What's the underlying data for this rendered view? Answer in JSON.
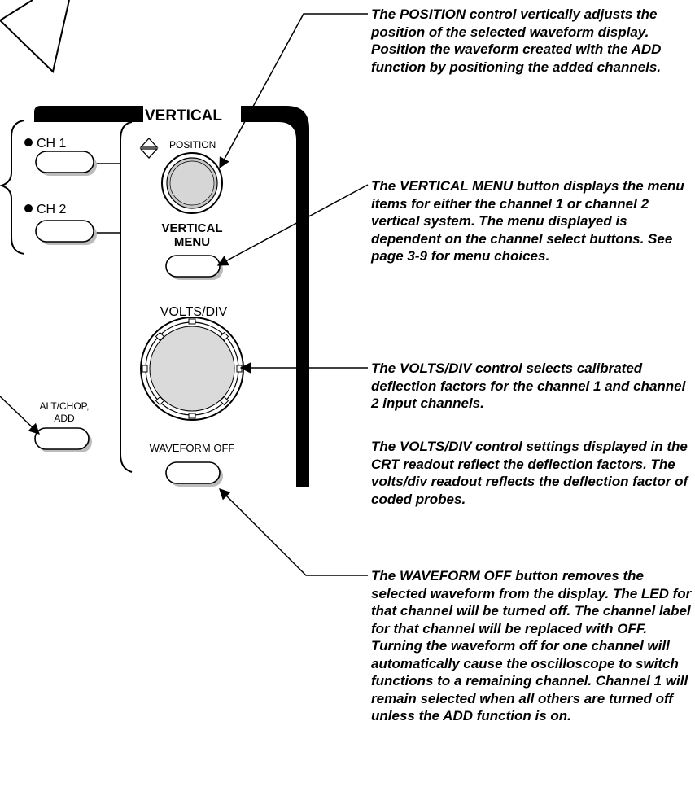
{
  "panel": {
    "title": "VERTICAL",
    "ch1_label": "CH 1",
    "ch2_label": "CH 2",
    "position_label": "POSITION",
    "vertical_menu_line1": "VERTICAL",
    "vertical_menu_line2": "MENU",
    "volts_div_label": "VOLTS/DIV",
    "alt_chop_line1": "ALT/CHOP,",
    "alt_chop_line2": "ADD",
    "waveform_off_label": "WAVEFORM OFF"
  },
  "descriptions": {
    "position": "The POSITION control vertically adjusts the position of the selected waveform display. Position the waveform created with the ADD function by positioning the added channels.",
    "vertical_menu": "The VERTICAL MENU button displays the menu items for either the channel 1 or channel 2 vertical system. The menu displayed is dependent on the channel select buttons. See page 3-9 for menu choices.",
    "volts_div_1": "The VOLTS/DIV control selects calibrated deflection factors for the channel 1 and channel 2 input channels.",
    "volts_div_2": "The VOLTS/DIV control settings displayed in the CRT readout reflect the deflection factors. The volts/div readout reflects the deflection factor of coded probes.",
    "waveform_off": "The WAVEFORM OFF button removes the selected waveform from the display. The LED for that channel will be turned off. The channel label for that channel will be replaced with OFF. Turning  the waveform off for one channel will automatically cause the oscilloscope to switch functions to a remaining channel. Channel 1 will remain selected when all others are turned off unless the ADD function is on."
  }
}
